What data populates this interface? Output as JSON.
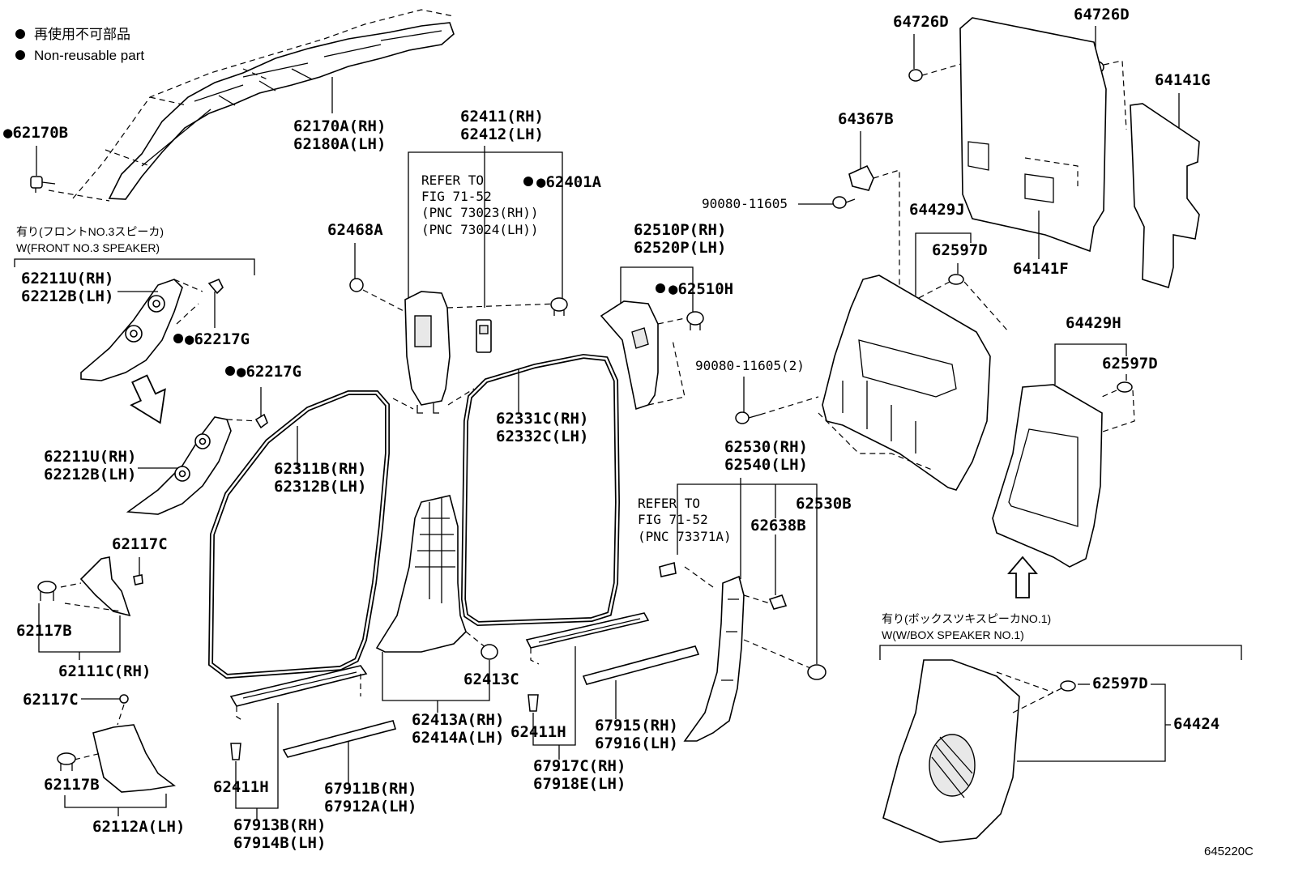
{
  "legend": {
    "line_jp": "再使用不可部品",
    "line_en": "Non-reusable part"
  },
  "figure_id": "645220C",
  "groups": {
    "front_speaker_jp": "有り(フロントNO.3スピーカ)",
    "front_speaker_en": "W(FRONT NO.3 SPEAKER)",
    "box_speaker_jp": "有り(ボックスツキスピーカNO.1)",
    "box_speaker_en": "W(W/BOX SPEAKER NO.1)"
  },
  "notes": {
    "ref1": [
      "REFER TO",
      "FIG 71-52",
      "(PNC 73023(RH))",
      "(PNC 73024(LH))"
    ],
    "ref2": [
      "REFER TO",
      "FIG 71-52",
      "(PNC 73371A)"
    ]
  },
  "labels": {
    "p62170B": "●62170B",
    "p62170A": "62170A(RH)",
    "p62180A": "62180A(LH)",
    "p62411": "62411(RH)",
    "p62412": "62412(LH)",
    "p62401A": "●62401A",
    "p62468A": "62468A",
    "p62211U_a": "62211U(RH)",
    "p62212B_a": "62212B(LH)",
    "p62217G_a": "●62217G",
    "p62217G_b": "●62217G",
    "p62211U_b": "62211U(RH)",
    "p62212B_b": "62212B(LH)",
    "p62311B": "62311B(RH)",
    "p62312B": "62312B(LH)",
    "p62331C": "62331C(RH)",
    "p62332C": "62332C(LH)",
    "p62510P": "62510P(RH)",
    "p62520P": "62520P(LH)",
    "p62510H": "●62510H",
    "p64367B": "64367B",
    "p90080_a": "90080-11605",
    "p90080_b": "90080-11605(2)",
    "p64726D_a": "64726D",
    "p64726D_b": "64726D",
    "p64141G": "64141G",
    "p64141F": "64141F",
    "p64429J": "64429J",
    "p62597D_a": "62597D",
    "p64429H": "64429H",
    "p62597D_b": "62597D",
    "p62530_rh": "62530(RH)",
    "p62540_lh": "62540(LH)",
    "p62530B": "62530B",
    "p62638B": "62638B",
    "p62117C_a": "62117C",
    "p62117B_a": "62117B",
    "p62111C": "62111C(RH)",
    "p62117C_b": "62117C",
    "p62117B_b": "62117B",
    "p62112A": "62112A(LH)",
    "p62413C": "62413C",
    "p62413A": "62413A(RH)",
    "p62414A": "62414A(LH)",
    "p62411H_a": "62411H",
    "p62411H_b": "62411H",
    "p67913B": "67913B(RH)",
    "p67914B": "67914B(LH)",
    "p67911B": "67911B(RH)",
    "p67912A": "67912A(LH)",
    "p67917C": "67917C(RH)",
    "p67918E": "67918E(LH)",
    "p67915": "67915(RH)",
    "p67916": "67916(LH)",
    "p62597D_c": "62597D",
    "p64424": "64424"
  }
}
